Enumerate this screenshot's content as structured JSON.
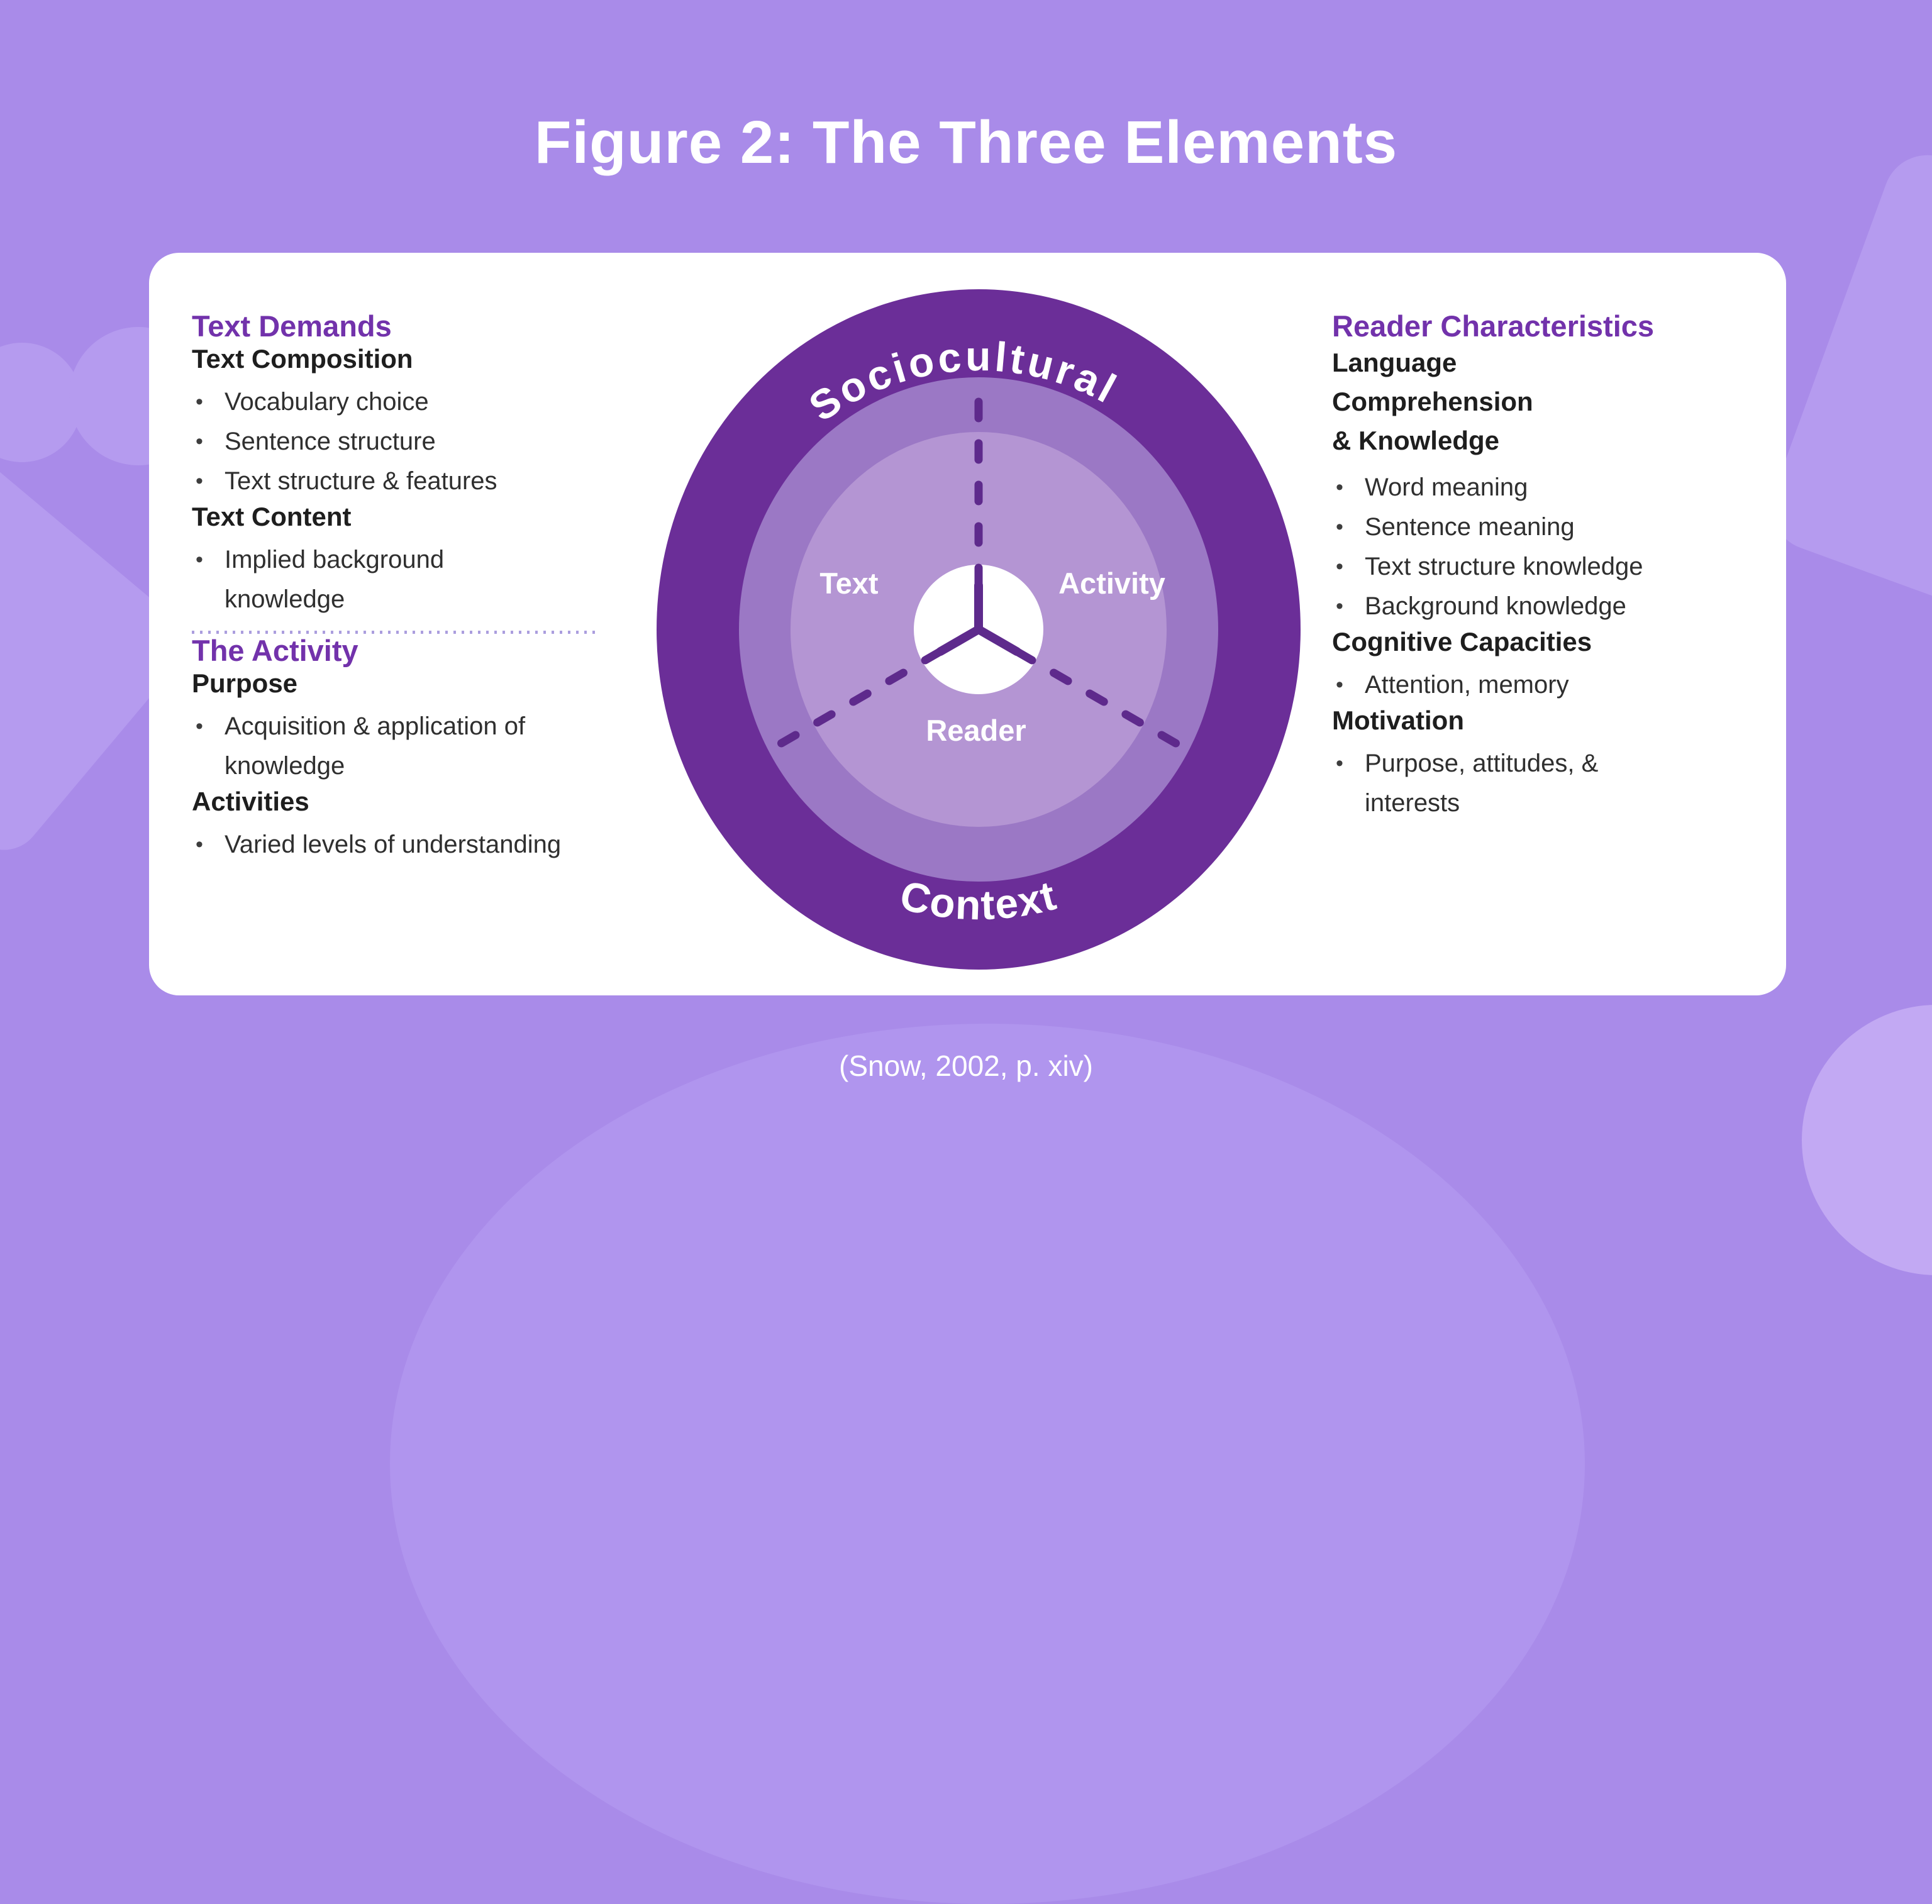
{
  "page": {
    "title": "Figure 2: The Three Elements",
    "caption": "(Snow, 2002, p. xiv)"
  },
  "colors": {
    "background": "#a98be9",
    "card": "#ffffff",
    "heading_purple": "#7232ab",
    "body_text": "#2f2f2f",
    "outer_ring": "#6b2e98",
    "middle_ring": "#9b78c5",
    "inner_ring": "#b495d3",
    "center_circle": "#ffffff",
    "dash": "#5e2a8c",
    "ring_text": "#ffffff"
  },
  "text_demands": {
    "heading": "Text Demands",
    "text_composition": {
      "label": "Text Composition",
      "bullets": [
        "Vocabulary choice",
        "Sentence structure",
        "Text structure & features"
      ]
    },
    "text_content": {
      "label": "Text Content",
      "bullets": [
        "Implied background knowledge"
      ]
    }
  },
  "the_activity": {
    "heading": "The Activity",
    "purpose": {
      "label": "Purpose",
      "bullets": [
        "Acquisition & application of knowledge"
      ]
    },
    "activities": {
      "label": "Activities",
      "bullets": [
        "Varied levels of understanding"
      ]
    }
  },
  "reader_characteristics": {
    "heading": "Reader Characteristics",
    "language": {
      "label": "Language Comprehension & Knowledge",
      "bullets": [
        "Word meaning",
        "Sentence meaning",
        "Text structure knowledge",
        "Background knowledge"
      ]
    },
    "cognitive": {
      "label": "Cognitive Capacities",
      "bullets": [
        "Attention, memory"
      ]
    },
    "motivation": {
      "label": "Motivation",
      "bullets": [
        "Purpose, attitudes, & interests"
      ]
    }
  },
  "diagram": {
    "top_arc_label": "Sociocultural",
    "bottom_arc_label": "Context",
    "text_label": "Text",
    "activity_label": "Activity",
    "reader_label": "Reader"
  }
}
